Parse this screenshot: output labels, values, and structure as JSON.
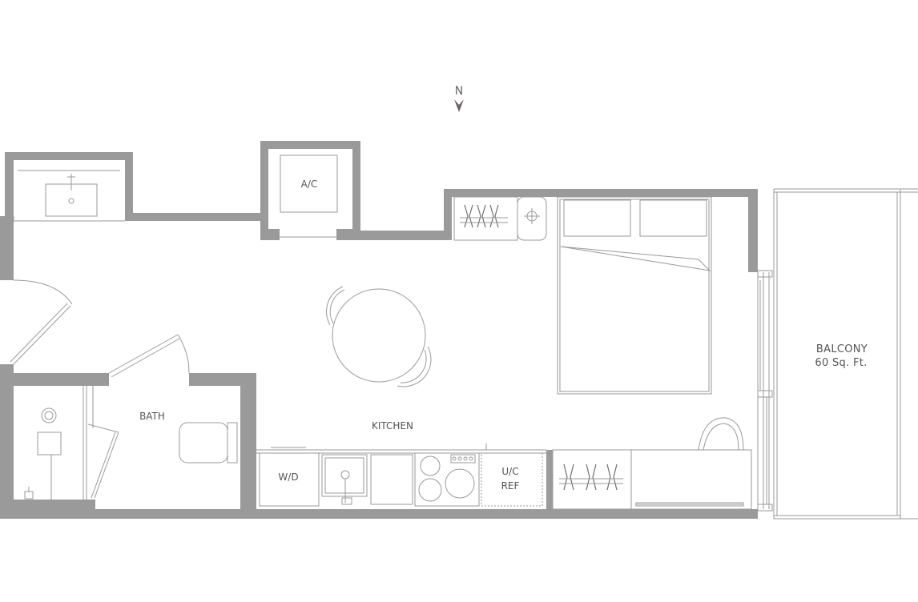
{
  "compass": {
    "label": "N"
  },
  "rooms": {
    "ac": "A/C",
    "bath": "BATH",
    "kitchen": "KITCHEN",
    "washer_dryer": "W/D",
    "fridge_line1": "U/C",
    "fridge_line2": "REF",
    "balcony": "BALCONY",
    "balcony_area": "60 Sq. Ft."
  },
  "colors": {
    "wall": "#9a9a9a",
    "line": "#9a9a9a",
    "text": "#555555",
    "north": "#6b6262"
  }
}
